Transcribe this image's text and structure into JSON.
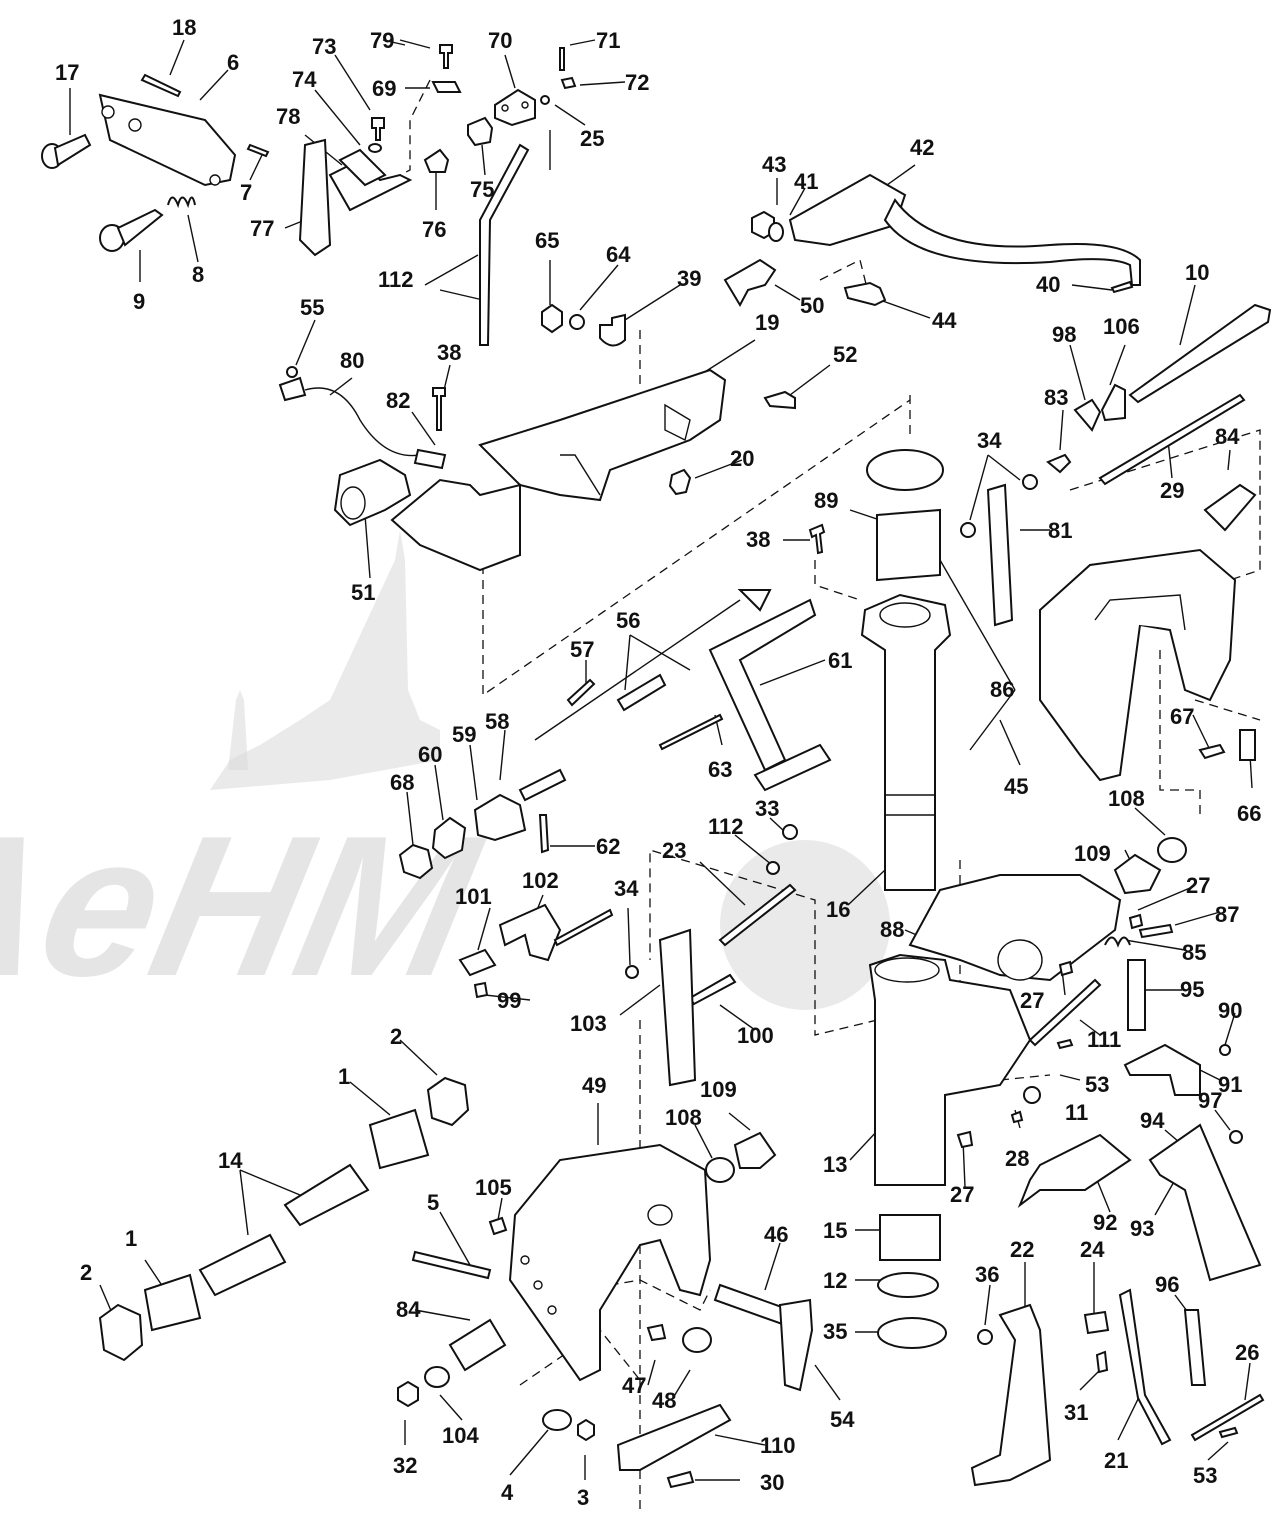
{
  "diagram": {
    "watermark": "AeHM",
    "callouts": [
      {
        "id": "c17",
        "label": "17"
      },
      {
        "id": "c18",
        "label": "18"
      },
      {
        "id": "c6",
        "label": "6"
      },
      {
        "id": "c7",
        "label": "7"
      },
      {
        "id": "c8",
        "label": "8"
      },
      {
        "id": "c9",
        "label": "9"
      },
      {
        "id": "c73",
        "label": "73"
      },
      {
        "id": "c74",
        "label": "74"
      },
      {
        "id": "c78",
        "label": "78"
      },
      {
        "id": "c77",
        "label": "77"
      },
      {
        "id": "c79",
        "label": "79"
      },
      {
        "id": "c69",
        "label": "69"
      },
      {
        "id": "c70",
        "label": "70"
      },
      {
        "id": "c71",
        "label": "71"
      },
      {
        "id": "c72",
        "label": "72"
      },
      {
        "id": "c25",
        "label": "25"
      },
      {
        "id": "c75",
        "label": "75"
      },
      {
        "id": "c76",
        "label": "76"
      },
      {
        "id": "c112a",
        "label": "112"
      },
      {
        "id": "c65",
        "label": "65"
      },
      {
        "id": "c64",
        "label": "64"
      },
      {
        "id": "c39",
        "label": "39"
      },
      {
        "id": "c43",
        "label": "43"
      },
      {
        "id": "c41",
        "label": "41"
      },
      {
        "id": "c42",
        "label": "42"
      },
      {
        "id": "c40",
        "label": "40"
      },
      {
        "id": "c50",
        "label": "50"
      },
      {
        "id": "c44",
        "label": "44"
      },
      {
        "id": "c10",
        "label": "10"
      },
      {
        "id": "c55",
        "label": "55"
      },
      {
        "id": "c80",
        "label": "80"
      },
      {
        "id": "c38a",
        "label": "38"
      },
      {
        "id": "c82",
        "label": "82"
      },
      {
        "id": "c19",
        "label": "19"
      },
      {
        "id": "c52",
        "label": "52"
      },
      {
        "id": "c98",
        "label": "98"
      },
      {
        "id": "c106",
        "label": "106"
      },
      {
        "id": "c83",
        "label": "83"
      },
      {
        "id": "c84a",
        "label": "84"
      },
      {
        "id": "c34a",
        "label": "34"
      },
      {
        "id": "c20",
        "label": "20"
      },
      {
        "id": "c29",
        "label": "29"
      },
      {
        "id": "c89",
        "label": "89"
      },
      {
        "id": "c38b",
        "label": "38"
      },
      {
        "id": "c81",
        "label": "81"
      },
      {
        "id": "c51",
        "label": "51"
      },
      {
        "id": "c56",
        "label": "56"
      },
      {
        "id": "c57",
        "label": "57"
      },
      {
        "id": "c61",
        "label": "61"
      },
      {
        "id": "c86",
        "label": "86"
      },
      {
        "id": "c67",
        "label": "67"
      },
      {
        "id": "c58",
        "label": "58"
      },
      {
        "id": "c59",
        "label": "59"
      },
      {
        "id": "c60",
        "label": "60"
      },
      {
        "id": "c68",
        "label": "68"
      },
      {
        "id": "c63",
        "label": "63"
      },
      {
        "id": "c45",
        "label": "45"
      },
      {
        "id": "c66",
        "label": "66"
      },
      {
        "id": "c108a",
        "label": "108"
      },
      {
        "id": "c33",
        "label": "33"
      },
      {
        "id": "c112b",
        "label": "112"
      },
      {
        "id": "c62",
        "label": "62"
      },
      {
        "id": "c23",
        "label": "23"
      },
      {
        "id": "c109a",
        "label": "109"
      },
      {
        "id": "c16",
        "label": "16"
      },
      {
        "id": "c27a",
        "label": "27"
      },
      {
        "id": "c87",
        "label": "87"
      },
      {
        "id": "c101",
        "label": "101"
      },
      {
        "id": "c102",
        "label": "102"
      },
      {
        "id": "c34b",
        "label": "34"
      },
      {
        "id": "c88",
        "label": "88"
      },
      {
        "id": "c85",
        "label": "85"
      },
      {
        "id": "c27b",
        "label": "27"
      },
      {
        "id": "c95",
        "label": "95"
      },
      {
        "id": "c99",
        "label": "99"
      },
      {
        "id": "c103",
        "label": "103"
      },
      {
        "id": "c100",
        "label": "100"
      },
      {
        "id": "c111",
        "label": "111"
      },
      {
        "id": "c90",
        "label": "90"
      },
      {
        "id": "c2a",
        "label": "2"
      },
      {
        "id": "c1a",
        "label": "1"
      },
      {
        "id": "c49",
        "label": "49"
      },
      {
        "id": "c109b",
        "label": "109"
      },
      {
        "id": "c108b",
        "label": "108"
      },
      {
        "id": "c53a",
        "label": "53"
      },
      {
        "id": "c91",
        "label": "91"
      },
      {
        "id": "c11",
        "label": "11"
      },
      {
        "id": "c97",
        "label": "97"
      },
      {
        "id": "c14",
        "label": "14"
      },
      {
        "id": "c94",
        "label": "94"
      },
      {
        "id": "c28",
        "label": "28"
      },
      {
        "id": "c13",
        "label": "13"
      },
      {
        "id": "c27c",
        "label": "27"
      },
      {
        "id": "c105",
        "label": "105"
      },
      {
        "id": "c5",
        "label": "5"
      },
      {
        "id": "c92",
        "label": "92"
      },
      {
        "id": "c93",
        "label": "93"
      },
      {
        "id": "c15",
        "label": "15"
      },
      {
        "id": "c46",
        "label": "46"
      },
      {
        "id": "c22",
        "label": "22"
      },
      {
        "id": "c24",
        "label": "24"
      },
      {
        "id": "c1b",
        "label": "1"
      },
      {
        "id": "c2b",
        "label": "2"
      },
      {
        "id": "c12",
        "label": "12"
      },
      {
        "id": "c36",
        "label": "36"
      },
      {
        "id": "c96",
        "label": "96"
      },
      {
        "id": "c84b",
        "label": "84"
      },
      {
        "id": "c35",
        "label": "35"
      },
      {
        "id": "c26",
        "label": "26"
      },
      {
        "id": "c47",
        "label": "47"
      },
      {
        "id": "c48",
        "label": "48"
      },
      {
        "id": "c54",
        "label": "54"
      },
      {
        "id": "c31",
        "label": "31"
      },
      {
        "id": "c32",
        "label": "32"
      },
      {
        "id": "c104",
        "label": "104"
      },
      {
        "id": "c110",
        "label": "110"
      },
      {
        "id": "c21",
        "label": "21"
      },
      {
        "id": "c4",
        "label": "4"
      },
      {
        "id": "c3",
        "label": "3"
      },
      {
        "id": "c30",
        "label": "30"
      },
      {
        "id": "c53b",
        "label": "53"
      }
    ]
  }
}
